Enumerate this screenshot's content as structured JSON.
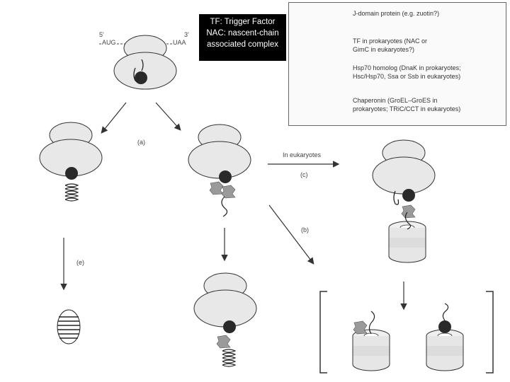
{
  "mrna": {
    "five_prime": "5'",
    "start_codon": "AUG",
    "stop_codon": "UAA",
    "three_prime": "3'"
  },
  "callout": {
    "line1": "TF: Trigger Factor",
    "line2": "NAC: nascent-chain",
    "line3": "associated complex"
  },
  "legend": {
    "items": [
      {
        "icon": "j-domain-icon",
        "line1": "J-domain protein (e.g. zuotin?)",
        "line2": ""
      },
      {
        "icon": "tf-icon",
        "line1": "TF in prokaryotes (NAC or",
        "line2": "GimC in eukaryotes?)"
      },
      {
        "icon": "hsp70-icon",
        "line1": "Hsp70 homolog (DnaK in prokaryotes;",
        "line2": "Hsc/Hsp70, Ssa or Ssb in eukaryotes)"
      },
      {
        "icon": "chaperonin-icon",
        "line1": "Chaperonin (GroEL–GroES in",
        "line2": "prokaryotes; TRiC/CCT in eukaryotes)"
      }
    ]
  },
  "pathway_labels": {
    "a": "(a)",
    "b": "(b)",
    "c": "(c)",
    "e": "(e)",
    "in_eukaryotes": "In eukaryotes"
  },
  "colors": {
    "ribosome": "#e8e8e8",
    "tf": "#2a2a2a",
    "hsp70": "#9a9a9a",
    "chaperonin": "#e6e6e6",
    "stroke": "#333333"
  }
}
